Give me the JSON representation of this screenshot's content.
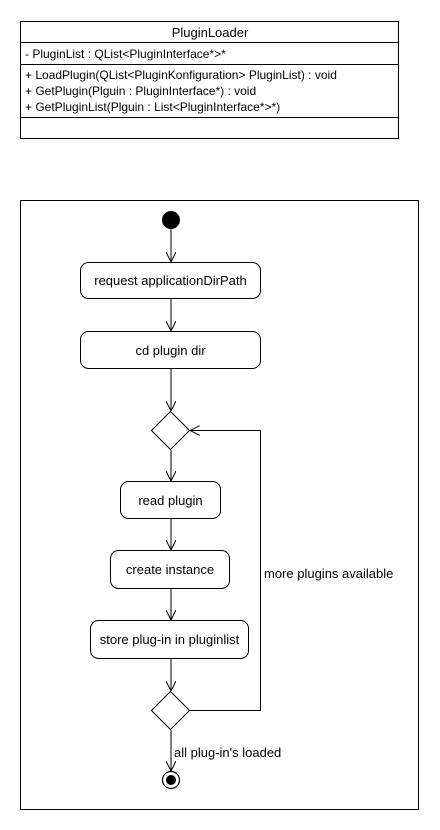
{
  "class_diagram": {
    "name": "PluginLoader",
    "attributes": [
      "- PluginList : QList<PluginInterface*>*"
    ],
    "operations": [
      "+ LoadPlugin(QList<PluginKonfiguration> PluginList) : void",
      "+ GetPlugin(Plguin : PluginInterface*) : void",
      "+ GetPluginList(Plguin : List<PluginInterface*>*)"
    ]
  },
  "activity_diagram": {
    "actions": {
      "request_dir": "request applicationDirPath",
      "cd_plugin_dir": "cd plugin dir",
      "read_plugin": "read plugin",
      "create_instance": "create instance",
      "store_plugin": "store plug-in in pluginlist"
    },
    "guards": {
      "loop_back": "more plugins available",
      "exit": "all plug-in's loaded"
    }
  }
}
